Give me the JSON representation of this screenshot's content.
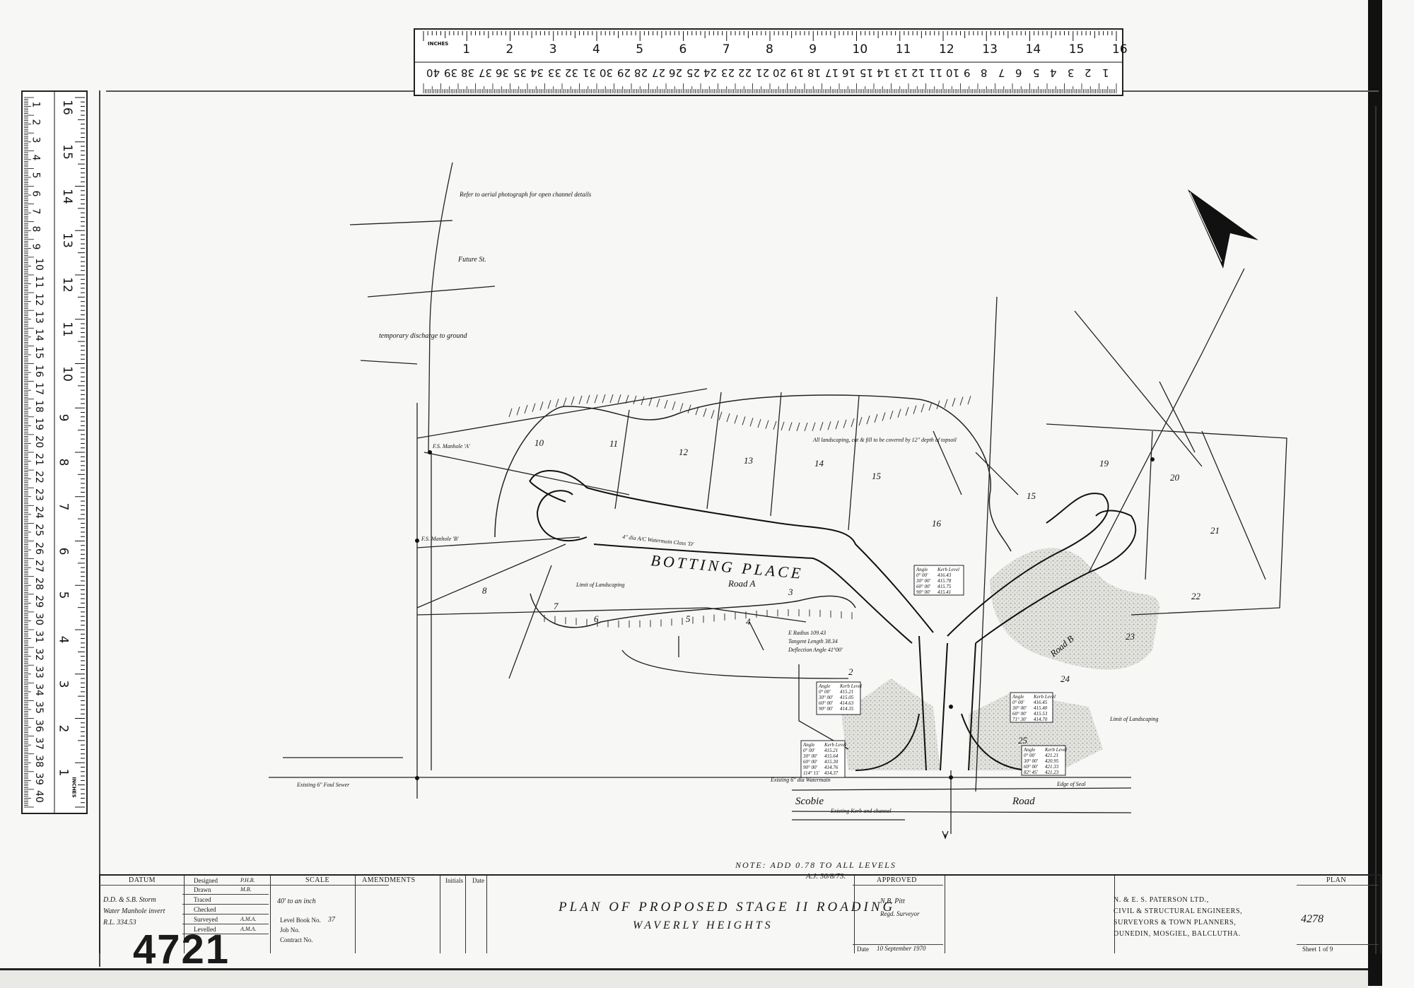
{
  "ruler_top": {
    "unit_label": "INCHES",
    "inch_numbers": [
      "1",
      "2",
      "3",
      "4",
      "5",
      "6",
      "7",
      "8",
      "9",
      "10",
      "11",
      "12",
      "13",
      "14",
      "15",
      "16"
    ],
    "cm_numbers": [
      "40",
      "39",
      "38",
      "37",
      "36",
      "35",
      "34",
      "33",
      "32",
      "31",
      "30",
      "29",
      "28",
      "27",
      "26",
      "25",
      "24",
      "23",
      "22",
      "21",
      "20",
      "19",
      "18",
      "17",
      "16",
      "15",
      "14",
      "13",
      "12",
      "11",
      "10",
      "9",
      "8",
      "7",
      "6",
      "5",
      "4",
      "3",
      "2",
      "1"
    ]
  },
  "ruler_left": {
    "unit_label": "INCHES",
    "inch_numbers": [
      "16",
      "15",
      "14",
      "13",
      "12",
      "11",
      "10",
      "9",
      "8",
      "7",
      "6",
      "5",
      "4",
      "3",
      "2",
      "1"
    ]
  },
  "plan": {
    "lot_numbers": [
      "10",
      "11",
      "12",
      "13",
      "14",
      "15",
      "16",
      "15",
      "19",
      "20",
      "21",
      "22",
      "23",
      "24",
      "25",
      "8",
      "7",
      "6",
      "5",
      "4",
      "3",
      "2"
    ],
    "road_name": "BOTTING PLACE",
    "road_a_label": "Road A",
    "road_b_label": "Road B",
    "scobie_road": "Scobie",
    "road_word": "Road",
    "future_st": "Future St.",
    "aerial_note": "Refer to aerial photograph for open channel details",
    "temporary_discharge": "temporary discharge to ground",
    "landscaping_note": "All landscaping, cut & fill to be covered by 12\" depth of topsoil",
    "limit_landscaping_1": "Limit of Landscaping",
    "limit_landscaping_2": "Limit of Landscaping",
    "curve_data_1": "E Radius 109.43",
    "curve_data_2": "Tangent Length 38.34",
    "curve_data_3": "Deflection Angle 41°00'",
    "existing_sewer": "Existing 6\" Foul Sewer",
    "existing_watermain": "Existing 6\" dia Watermain",
    "existing_kerb": "Existing Kerb and channel",
    "edge_seal": "Edge of Seal",
    "watermain_label": "4\" dia A/C Watermain Class 'D'",
    "manhole_a": "F.S. Manhole 'A'",
    "manhole_b": "F.S. Manhole 'B'"
  },
  "level_table_1": {
    "headers": [
      "Angle",
      "Kerb Level"
    ],
    "rows": [
      [
        "0° 00'",
        "416.43"
      ],
      [
        "30° 00'",
        "415.78"
      ],
      [
        "60° 00'",
        "415.75"
      ],
      [
        "90° 00'",
        "415.41"
      ]
    ]
  },
  "level_table_2": {
    "headers": [
      "Angle",
      "Kerb Level"
    ],
    "rows": [
      [
        "0° 00'",
        "415.21"
      ],
      [
        "30° 00'",
        "415.05"
      ],
      [
        "60° 00'",
        "414.63"
      ],
      [
        "90° 00'",
        "414.35"
      ]
    ]
  },
  "level_table_3": {
    "headers": [
      "Angle",
      "Kerb Level"
    ],
    "rows": [
      [
        "0° 00'",
        "415.21"
      ],
      [
        "30° 00'",
        "415.64"
      ],
      [
        "60° 00'",
        "415.30"
      ],
      [
        "90° 00'",
        "414.76"
      ],
      [
        "114° 15'",
        "414.37"
      ]
    ]
  },
  "level_table_4": {
    "headers": [
      "Angle",
      "Kerb Level"
    ],
    "rows": [
      [
        "0° 00'",
        "416.45"
      ],
      [
        "30° 00'",
        "415.40"
      ],
      [
        "60° 00'",
        "415.53"
      ],
      [
        "71° 30'",
        "414.70"
      ]
    ]
  },
  "level_table_5": {
    "headers": [
      "Angle",
      "Kerb Level"
    ],
    "rows": [
      [
        "0° 00'",
        "421.21"
      ],
      [
        "30° 00'",
        "420.95"
      ],
      [
        "60° 00'",
        "421.33"
      ],
      [
        "82° 45'",
        "421.23"
      ]
    ]
  },
  "note": "NOTE: ADD 0.78 TO ALL LEVELS",
  "note_signature": "A.J. 30/8/73.",
  "title_block": {
    "datum_header": "DATUM",
    "datum_text_1": "D.D. & S.B. Storm",
    "datum_text_2": "Water Manhole invert",
    "datum_text_3": "R.L. 334.53",
    "role_labels": [
      "Designed",
      "Drawn",
      "Traced",
      "Checked",
      "Surveyed",
      "Levelled"
    ],
    "role_initials": [
      "P.H.B.",
      "M.B.",
      "",
      "",
      "A.M.A.",
      "A.M.A."
    ],
    "scale_header": "SCALE",
    "scale_value": "40' to an inch",
    "level_book_label": "Level Book No.",
    "level_book_value": "37",
    "job_no_label": "Job No.",
    "contract_no_label": "Contract No.",
    "amendments_header": "AMENDMENTS",
    "initials_header": "Initials",
    "date_header": "Date",
    "title_line_1": "PLAN OF PROPOSED STAGE II ROADING",
    "title_line_2": "WAVERLY HEIGHTS",
    "approved_header": "APPROVED",
    "approved_name": "N.B. Pitt",
    "approved_role": "Regd. Surveyor",
    "date_label": "Date",
    "date_value": "10 September 1970",
    "firm_1": "N. & E. S. PATERSON LTD.,",
    "firm_2": "CIVIL & STRUCTURAL ENGINEERS,",
    "firm_3": "SURVEYORS & TOWN PLANNERS,",
    "firm_4": "DUNEDIN, MOSGIEL, BALCLUTHA.",
    "plan_header": "PLAN",
    "plan_number": "4278",
    "sheet_label": "Sheet 1 of 9",
    "archive_number": "4721"
  },
  "colors": {
    "ink": "#1a1a1a",
    "paper": "#f7f7f5",
    "shading": "#d4d4d0"
  }
}
